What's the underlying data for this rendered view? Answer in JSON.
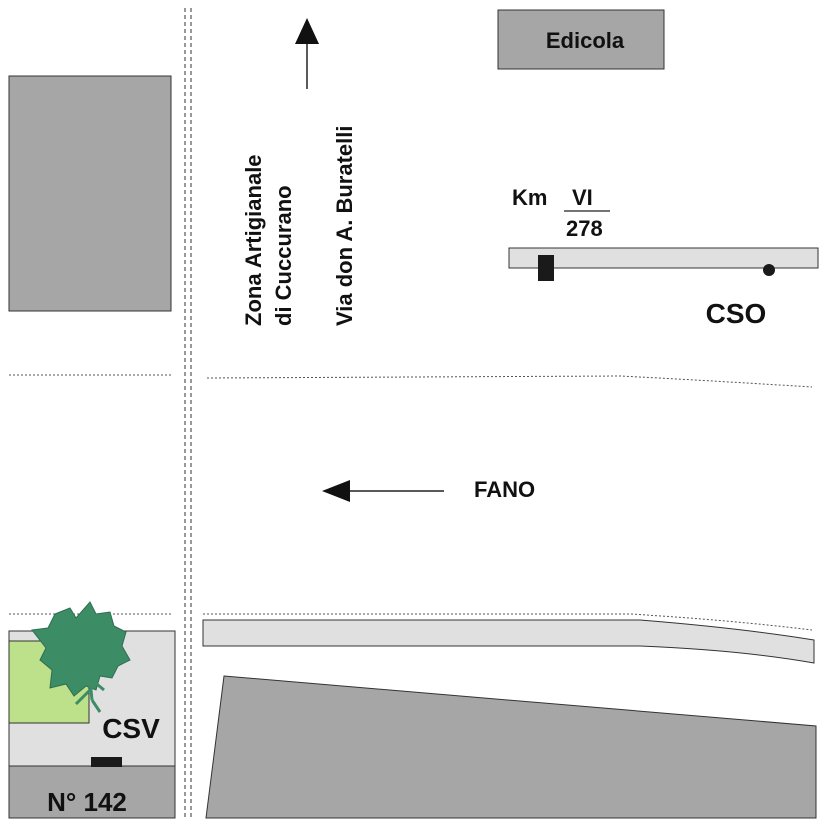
{
  "map": {
    "labels": {
      "edicola": "Edicola",
      "zona_line1": "Zona Artigianale",
      "zona_line2": "di Cuccurano",
      "via": "Via don A. Buratelli",
      "km_label": "Km",
      "km_roman": "VI",
      "km_number": "278",
      "cso": "CSO",
      "fano": "FANO",
      "csv": "CSV",
      "civic_number": "N° 142"
    },
    "colors": {
      "building_gray": "#a6a6a6",
      "sidewalk_gray": "#e0e0e0",
      "tree_green": "#3c8c66",
      "lawn_green": "#bde08a",
      "stop_marker": "#1a1a1a",
      "line": "#333333"
    },
    "icons": {
      "north_arrow": "arrow-up-icon",
      "direction_arrow": "arrow-left-icon",
      "tree": "tree-icon",
      "bus_stop": "bus-stop-marker",
      "point": "dot-marker"
    }
  }
}
